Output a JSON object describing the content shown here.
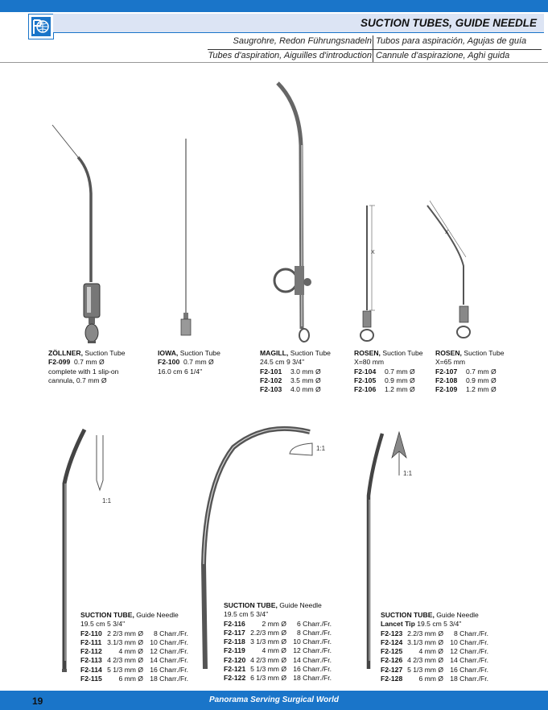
{
  "header": {
    "title": "SUCTION TUBES, GUIDE NEEDLE",
    "de": "Saugrohre, Redon Führungsnadeln",
    "es": "Tubos para aspiración, Agujas de guía",
    "fr": "Tubes d'aspiration, Aiguilles d'introduction",
    "it": "Cannule d'aspirazione, Aghi guida"
  },
  "colors": {
    "brand": "#1a75c9",
    "header_bg": "#dce4f4"
  },
  "logo": {
    "icon": "panorama-globe-logo-icon"
  },
  "products_top": [
    {
      "name": "ZÖLLNER,",
      "type": "Suction Tube",
      "rows": [
        {
          "code": "F2-099",
          "spec": "0.7 mm Ø"
        }
      ],
      "notes": [
        "complete with 1 slip-on",
        "cannula, 0.7 mm Ø"
      ]
    },
    {
      "name": "IOWA,",
      "type": "Suction Tube",
      "rows": [
        {
          "code": "F2-100",
          "spec": "0.7 mm Ø"
        }
      ],
      "notes": [
        "16.0 cm  6 1/4\""
      ]
    },
    {
      "name": "MAGILL,",
      "type": "Suction Tube",
      "length": "24.5 cm 9 3/4\"",
      "rows": [
        {
          "code": "F2-101",
          "spec": "3.0 mm Ø"
        },
        {
          "code": "F2-102",
          "spec": "3.5 mm Ø"
        },
        {
          "code": "F2-103",
          "spec": "4.0 mm Ø"
        }
      ]
    },
    {
      "name": "ROSEN,",
      "type": "Suction Tube",
      "length": "X=80 mm",
      "rows": [
        {
          "code": "F2-104",
          "spec": "0.7 mm Ø"
        },
        {
          "code": "F2-105",
          "spec": "0.9 mm Ø"
        },
        {
          "code": "F2-106",
          "spec": "1.2 mm Ø"
        }
      ]
    },
    {
      "name": "ROSEN,",
      "type": "Suction Tube",
      "length": "X=65 mm",
      "rows": [
        {
          "code": "F2-107",
          "spec": "0.7 mm Ø"
        },
        {
          "code": "F2-108",
          "spec": "0.9 mm Ø"
        },
        {
          "code": "F2-109",
          "spec": "1.2 mm Ø"
        }
      ]
    }
  ],
  "products_bottom": [
    {
      "name": "SUCTION TUBE,",
      "type": "Guide Needle",
      "length": "19.5 cm 5 3/4\"",
      "rows": [
        {
          "code": "F2-110",
          "size": "2 2/3 mm Ø",
          "charr": "8 Charr./Fr."
        },
        {
          "code": "F2-111",
          "size": "3.1/3 mm Ø",
          "charr": "10 Charr./Fr."
        },
        {
          "code": "F2-112",
          "size": "4 mm Ø",
          "charr": "12 Charr./Fr."
        },
        {
          "code": "F2-113",
          "size": "4 2/3 mm Ø",
          "charr": "14 Charr./Fr."
        },
        {
          "code": "F2-114",
          "size": "5 1/3 mm Ø",
          "charr": "16 Charr./Fr."
        },
        {
          "code": "F2-115",
          "size": "6 mm Ø",
          "charr": "18 Charr./Fr."
        }
      ]
    },
    {
      "name": "SUCTION TUBE,",
      "type": "Guide Needle",
      "length": "19.5 cm 5 3/4\"",
      "rows": [
        {
          "code": "F2-116",
          "size": "2 mm Ø",
          "charr": "6 Charr./Fr."
        },
        {
          "code": "F2-117",
          "size": "2.2/3 mm Ø",
          "charr": "8 Charr./Fr."
        },
        {
          "code": "F2-118",
          "size": "3 1/3 mm Ø",
          "charr": "10 Charr./Fr."
        },
        {
          "code": "F2-119",
          "size": "4 mm Ø",
          "charr": "12 Charr./Fr."
        },
        {
          "code": "F2-120",
          "size": "4 2/3 mm Ø",
          "charr": "14 Charr./Fr."
        },
        {
          "code": "F2-121",
          "size": "5 1/3 mm Ø",
          "charr": "16 Charr./Fr."
        },
        {
          "code": "F2-122",
          "size": "6 1/3 mm Ø",
          "charr": "18 Charr./Fr."
        }
      ]
    },
    {
      "name": "SUCTION TUBE,",
      "type": "Guide Needle",
      "tip": "Lancet Tip",
      "length": "19.5 cm 5 3/4\"",
      "rows": [
        {
          "code": "F2-123",
          "size": "2.2/3 mm Ø",
          "charr": "8 Charr./Fr."
        },
        {
          "code": "F2-124",
          "size": "3.1/3 mm Ø",
          "charr": "10 Charr./Fr."
        },
        {
          "code": "F2-125",
          "size": "4 mm Ø",
          "charr": "12 Charr./Fr."
        },
        {
          "code": "F2-126",
          "size": "4 2/3 mm Ø",
          "charr": "14 Charr./Fr."
        },
        {
          "code": "F2-127",
          "size": "5 1/3 mm Ø",
          "charr": "16 Charr./Fr."
        },
        {
          "code": "F2-128",
          "size": "6 mm Ø",
          "charr": "18 Charr./Fr."
        }
      ]
    }
  ],
  "scale_labels": [
    "1:1",
    "1:1",
    "1:1"
  ],
  "dim_label": "X",
  "footer": {
    "page": "19",
    "text": "Panorama Serving Surgical World"
  }
}
